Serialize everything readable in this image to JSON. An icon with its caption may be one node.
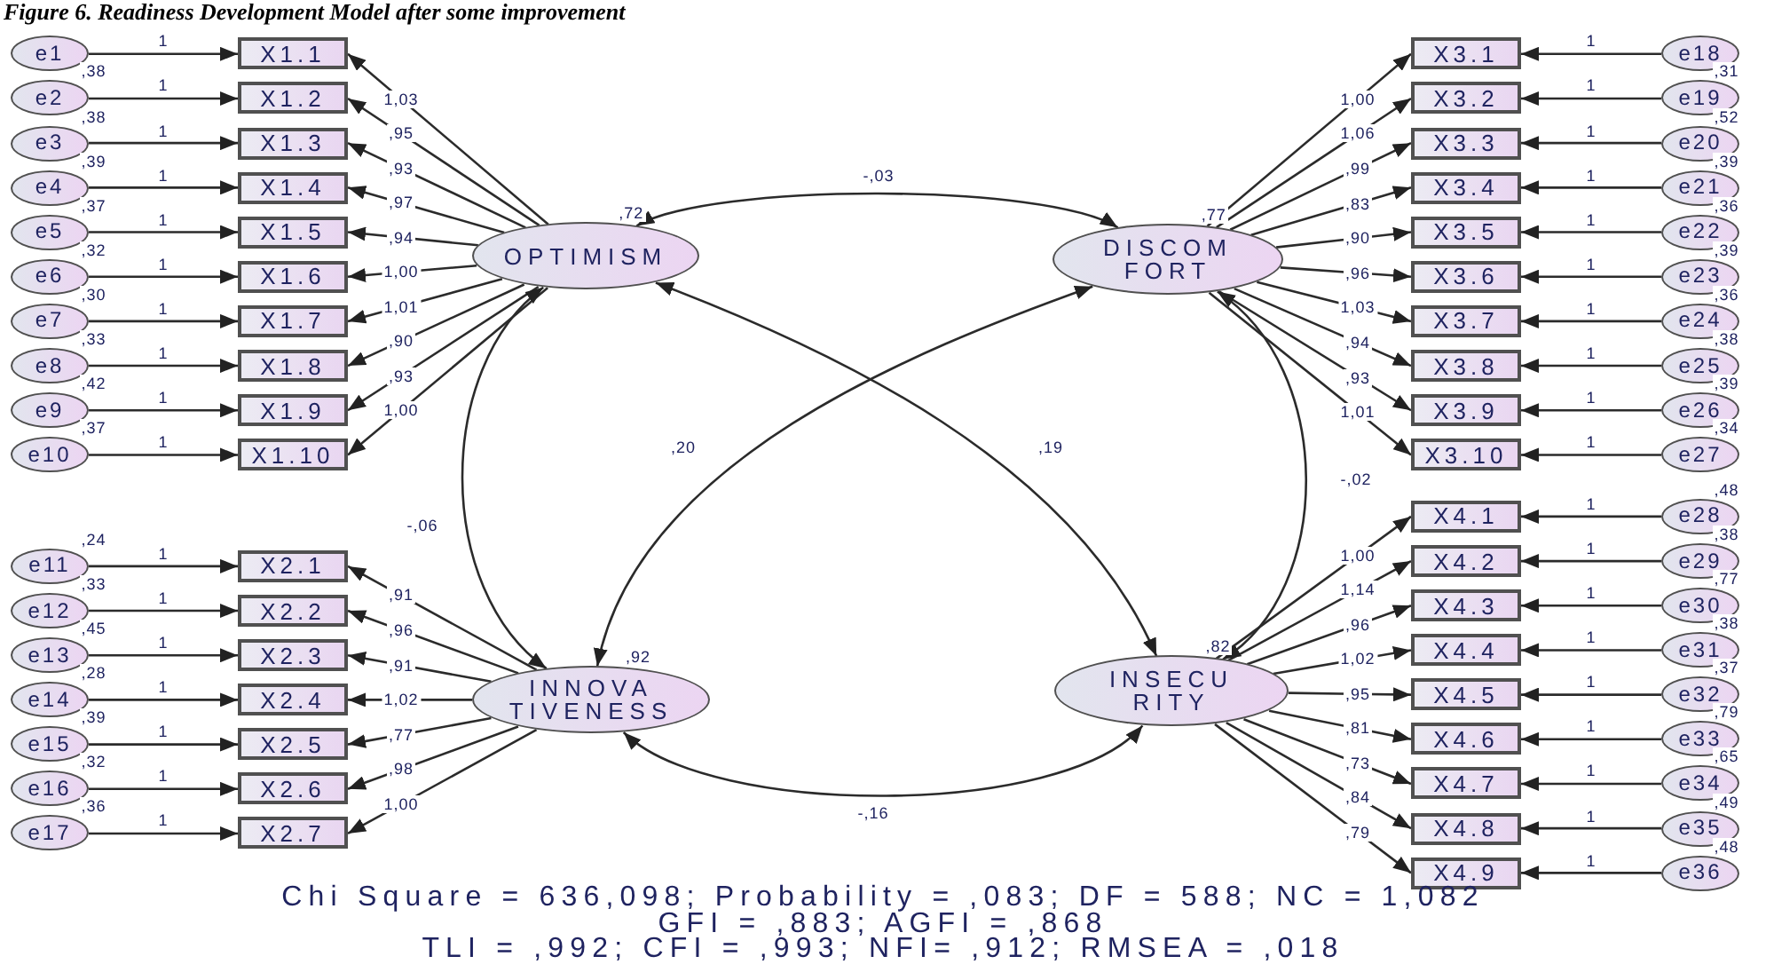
{
  "diagram": {
    "title": "Figure 6. Readiness Development Model after some improvement",
    "nodes": [
      {
        "text": [
          "OPTIMISM"
        ],
        "beside": [
          ",72"
        ]
      },
      {
        "text": [
          "DISCOM FORT"
        ],
        "beside": [
          ",77"
        ]
      },
      {
        "text": [
          "INNOVA TIVENESS"
        ],
        "beside": [
          ",92"
        ]
      },
      {
        "text": [
          "INSECU RITY"
        ],
        "beside": [
          ",82"
        ]
      },
      {
        "text": [
          "X1.1"
        ]
      },
      {
        "text": [
          "X1.2"
        ]
      },
      {
        "text": [
          "X1.3"
        ]
      },
      {
        "text": [
          "X1.4"
        ]
      },
      {
        "text": [
          "X1.5"
        ]
      },
      {
        "text": [
          "X1.6"
        ]
      },
      {
        "text": [
          "X1.7"
        ]
      },
      {
        "text": [
          "X1.8"
        ]
      },
      {
        "text": [
          "X1.9"
        ]
      },
      {
        "text": [
          "X1.10"
        ]
      },
      {
        "text": [
          "X2.1"
        ]
      },
      {
        "text": [
          "X2.2"
        ]
      },
      {
        "text": [
          "X2.3"
        ]
      },
      {
        "text": [
          "X2.4"
        ]
      },
      {
        "text": [
          "X2.5"
        ]
      },
      {
        "text": [
          "X2.6"
        ]
      },
      {
        "text": [
          "X2.7"
        ]
      },
      {
        "text": [
          "X3.1"
        ]
      },
      {
        "text": [
          "X3.2"
        ]
      },
      {
        "text": [
          "X3.3"
        ]
      },
      {
        "text": [
          "X3.4"
        ]
      },
      {
        "text": [
          "X3.5"
        ]
      },
      {
        "text": [
          "X3.6"
        ]
      },
      {
        "text": [
          "X3.7"
        ]
      },
      {
        "text": [
          "X3.8"
        ]
      },
      {
        "text": [
          "X3.9"
        ]
      },
      {
        "text": [
          "X3.10"
        ]
      },
      {
        "text": [
          "X4.1"
        ]
      },
      {
        "text": [
          "X4.2"
        ]
      },
      {
        "text": [
          "X4.3"
        ]
      },
      {
        "text": [
          "X4.4"
        ]
      },
      {
        "text": [
          "X4.5"
        ]
      },
      {
        "text": [
          "X4.6"
        ]
      },
      {
        "text": [
          "X4.7"
        ]
      },
      {
        "text": [
          "X4.8"
        ]
      },
      {
        "text": [
          "X4.9"
        ]
      },
      {
        "text": [
          "e1"
        ]
      },
      {
        "text": [
          "e2"
        ],
        "beside": [
          ",38"
        ]
      },
      {
        "text": [
          "e3"
        ],
        "beside": [
          ",38"
        ]
      },
      {
        "text": [
          "e4"
        ],
        "beside": [
          ",39"
        ]
      },
      {
        "text": [
          "e5"
        ],
        "beside": [
          ",37"
        ]
      },
      {
        "text": [
          "e6"
        ],
        "beside": [
          ",32"
        ]
      },
      {
        "text": [
          "e7"
        ],
        "beside": [
          ",30"
        ]
      },
      {
        "text": [
          "e8"
        ],
        "beside": [
          ",33"
        ]
      },
      {
        "text": [
          "e9"
        ],
        "beside": [
          ",42"
        ]
      },
      {
        "text": [
          "e10"
        ],
        "beside": [
          ",37"
        ]
      },
      {
        "text": [
          "e11"
        ],
        "beside": [
          ",24"
        ]
      },
      {
        "text": [
          "e12"
        ],
        "beside": [
          ",33"
        ]
      },
      {
        "text": [
          "e13"
        ],
        "beside": [
          ",45"
        ]
      },
      {
        "text": [
          "e14"
        ],
        "beside": [
          ",28"
        ]
      },
      {
        "text": [
          "e15"
        ],
        "beside": [
          ",39"
        ]
      },
      {
        "text": [
          "e16"
        ],
        "beside": [
          ",32"
        ]
      },
      {
        "text": [
          "e17"
        ],
        "beside": [
          ",36"
        ]
      },
      {
        "text": [
          "e18"
        ]
      },
      {
        "text": [
          "e19"
        ],
        "beside": [
          ",31"
        ]
      },
      {
        "text": [
          "e20"
        ],
        "beside": [
          ",52"
        ]
      },
      {
        "text": [
          "e21"
        ],
        "beside": [
          ",39"
        ]
      },
      {
        "text": [
          "e22"
        ],
        "beside": [
          ",36"
        ]
      },
      {
        "text": [
          "e23"
        ],
        "beside": [
          ",39"
        ]
      },
      {
        "text": [
          "e24"
        ],
        "beside": [
          ",36"
        ]
      },
      {
        "text": [
          "e25"
        ],
        "beside": [
          ",38"
        ]
      },
      {
        "text": [
          "e26"
        ],
        "beside": [
          ",39"
        ]
      },
      {
        "text": [
          "e27"
        ],
        "beside": [
          ",34"
        ]
      },
      {
        "text": [
          "e28"
        ],
        "beside": [
          ",48"
        ]
      },
      {
        "text": [
          "e29"
        ],
        "beside": [
          ",38"
        ]
      },
      {
        "text": [
          "e30"
        ],
        "beside": [
          ",77"
        ]
      },
      {
        "text": [
          "e31"
        ],
        "beside": [
          ",38"
        ]
      },
      {
        "text": [
          "e32"
        ],
        "beside": [
          ",37"
        ]
      },
      {
        "text": [
          "e33"
        ],
        "beside": [
          ",79"
        ]
      },
      {
        "text": [
          "e34"
        ],
        "beside": [
          ",65"
        ]
      },
      {
        "text": [
          "e35"
        ],
        "beside": [
          ",49"
        ]
      },
      {
        "text": [
          "e36"
        ],
        "beside": [
          ",48"
        ]
      }
    ],
    "edges": [
      {
        "from": 40,
        "to": 4,
        "arrow": "to",
        "label": "1"
      },
      {
        "from": 41,
        "to": 5,
        "arrow": "to",
        "label": "1"
      },
      {
        "from": 42,
        "to": 6,
        "arrow": "to",
        "label": "1"
      },
      {
        "from": 43,
        "to": 7,
        "arrow": "to",
        "label": "1"
      },
      {
        "from": 44,
        "to": 8,
        "arrow": "to",
        "label": "1"
      },
      {
        "from": 45,
        "to": 9,
        "arrow": "to",
        "label": "1"
      },
      {
        "from": 46,
        "to": 10,
        "arrow": "to",
        "label": "1"
      },
      {
        "from": 47,
        "to": 11,
        "arrow": "to",
        "label": "1"
      },
      {
        "from": 48,
        "to": 12,
        "arrow": "to",
        "label": "1"
      },
      {
        "from": 49,
        "to": 13,
        "arrow": "to",
        "label": "1"
      },
      {
        "from": 50,
        "to": 14,
        "arrow": "to",
        "label": "1"
      },
      {
        "from": 51,
        "to": 15,
        "arrow": "to",
        "label": "1"
      },
      {
        "from": 52,
        "to": 16,
        "arrow": "to",
        "label": "1"
      },
      {
        "from": 53,
        "to": 17,
        "arrow": "to",
        "label": "1"
      },
      {
        "from": 54,
        "to": 18,
        "arrow": "to",
        "label": "1"
      },
      {
        "from": 55,
        "to": 19,
        "arrow": "to",
        "label": "1"
      },
      {
        "from": 56,
        "to": 20,
        "arrow": "to",
        "label": "1"
      },
      {
        "from": 57,
        "to": 21,
        "arrow": "to",
        "label": "1"
      },
      {
        "from": 58,
        "to": 22,
        "arrow": "to",
        "label": "1"
      },
      {
        "from": 59,
        "to": 23,
        "arrow": "to",
        "label": "1"
      },
      {
        "from": 60,
        "to": 24,
        "arrow": "to",
        "label": "1"
      },
      {
        "from": 61,
        "to": 25,
        "arrow": "to",
        "label": "1"
      },
      {
        "from": 62,
        "to": 26,
        "arrow": "to",
        "label": "1"
      },
      {
        "from": 63,
        "to": 27,
        "arrow": "to",
        "label": "1"
      },
      {
        "from": 64,
        "to": 28,
        "arrow": "to",
        "label": "1"
      },
      {
        "from": 65,
        "to": 29,
        "arrow": "to",
        "label": "1"
      },
      {
        "from": 66,
        "to": 30,
        "arrow": "to",
        "label": "1"
      },
      {
        "from": 67,
        "to": 31,
        "arrow": "to",
        "label": "1"
      },
      {
        "from": 68,
        "to": 32,
        "arrow": "to",
        "label": "1"
      },
      {
        "from": 69,
        "to": 33,
        "arrow": "to",
        "label": "1"
      },
      {
        "from": 70,
        "to": 34,
        "arrow": "to",
        "label": "1"
      },
      {
        "from": 71,
        "to": 35,
        "arrow": "to",
        "label": "1"
      },
      {
        "from": 72,
        "to": 36,
        "arrow": "to",
        "label": "1"
      },
      {
        "from": 73,
        "to": 37,
        "arrow": "to",
        "label": "1"
      },
      {
        "from": 74,
        "to": 38,
        "arrow": "to",
        "label": "1"
      },
      {
        "from": 75,
        "to": 39,
        "arrow": "to",
        "label": "1"
      },
      {
        "from": 0,
        "to": 4,
        "arrow": "to",
        "label": "1,03"
      },
      {
        "from": 0,
        "to": 5,
        "arrow": "to",
        "label": ",95"
      },
      {
        "from": 0,
        "to": 6,
        "arrow": "to",
        "label": ",93"
      },
      {
        "from": 0,
        "to": 7,
        "arrow": "to",
        "label": ",97"
      },
      {
        "from": 0,
        "to": 8,
        "arrow": "to",
        "label": ",94"
      },
      {
        "from": 0,
        "to": 9,
        "arrow": "to",
        "label": "1,00"
      },
      {
        "from": 0,
        "to": 10,
        "arrow": "to",
        "label": "1,01"
      },
      {
        "from": 0,
        "to": 11,
        "arrow": "to",
        "label": ",90"
      },
      {
        "from": 0,
        "to": 12,
        "arrow": "to",
        "label": ",93"
      },
      {
        "from": 0,
        "to": 13,
        "arrow": "to",
        "label": "1,00"
      },
      {
        "from": 2,
        "to": 14,
        "arrow": "to",
        "label": ",91"
      },
      {
        "from": 2,
        "to": 15,
        "arrow": "to",
        "label": ",96"
      },
      {
        "from": 2,
        "to": 16,
        "arrow": "to",
        "label": ",91"
      },
      {
        "from": 2,
        "to": 17,
        "arrow": "to",
        "label": "1,02"
      },
      {
        "from": 2,
        "to": 18,
        "arrow": "to",
        "label": ",77"
      },
      {
        "from": 2,
        "to": 19,
        "arrow": "to",
        "label": ",98"
      },
      {
        "from": 2,
        "to": 20,
        "arrow": "to",
        "label": "1,00"
      },
      {
        "from": 1,
        "to": 21,
        "arrow": "to",
        "label": "1,00"
      },
      {
        "from": 1,
        "to": 22,
        "arrow": "to",
        "label": "1,06"
      },
      {
        "from": 1,
        "to": 23,
        "arrow": "to",
        "label": ",99"
      },
      {
        "from": 1,
        "to": 24,
        "arrow": "to",
        "label": ",83"
      },
      {
        "from": 1,
        "to": 25,
        "arrow": "to",
        "label": ",90"
      },
      {
        "from": 1,
        "to": 26,
        "arrow": "to",
        "label": ",96"
      },
      {
        "from": 1,
        "to": 27,
        "arrow": "to",
        "label": "1,03"
      },
      {
        "from": 1,
        "to": 28,
        "arrow": "to",
        "label": ",94"
      },
      {
        "from": 1,
        "to": 29,
        "arrow": "to",
        "label": ",93"
      },
      {
        "from": 1,
        "to": 30,
        "arrow": "to",
        "label": "1,01"
      },
      {
        "from": 3,
        "to": 31,
        "arrow": "to",
        "label": "1,00"
      },
      {
        "from": 3,
        "to": 32,
        "arrow": "to",
        "label": "1,14"
      },
      {
        "from": 3,
        "to": 33,
        "arrow": "to",
        "label": ",96"
      },
      {
        "from": 3,
        "to": 34,
        "arrow": "to",
        "label": "1,02"
      },
      {
        "from": 3,
        "to": 35,
        "arrow": "to",
        "label": ",95"
      },
      {
        "from": 3,
        "to": 36,
        "arrow": "to",
        "label": ",81"
      },
      {
        "from": 3,
        "to": 37,
        "arrow": "to",
        "label": ",73"
      },
      {
        "from": 3,
        "to": 38,
        "arrow": "to",
        "label": ",84"
      },
      {
        "from": 3,
        "to": 39,
        "arrow": "to",
        "label": ",79"
      },
      {
        "from": 0,
        "to": 1,
        "arrow": "both",
        "label": "-,03"
      },
      {
        "from": 0,
        "to": 2,
        "arrow": "both",
        "label": "-,06"
      },
      {
        "from": 0,
        "to": 3,
        "arrow": "both",
        "label": ",19"
      },
      {
        "from": 1,
        "to": 2,
        "arrow": "both",
        "label": ",20"
      },
      {
        "from": 1,
        "to": 3,
        "arrow": "both",
        "label": "-,02"
      },
      {
        "from": 2,
        "to": 3,
        "arrow": "both",
        "label": "-,16"
      }
    ],
    "labels": [
      "Chi Square = 636,098; Probability = ,083; DF = 588; NC = 1,082",
      "GFI = ,883; AGFI = ,868",
      "TLI = ,992; CFI = ,993; NFI= ,912; RMSEA = ,018"
    ]
  }
}
